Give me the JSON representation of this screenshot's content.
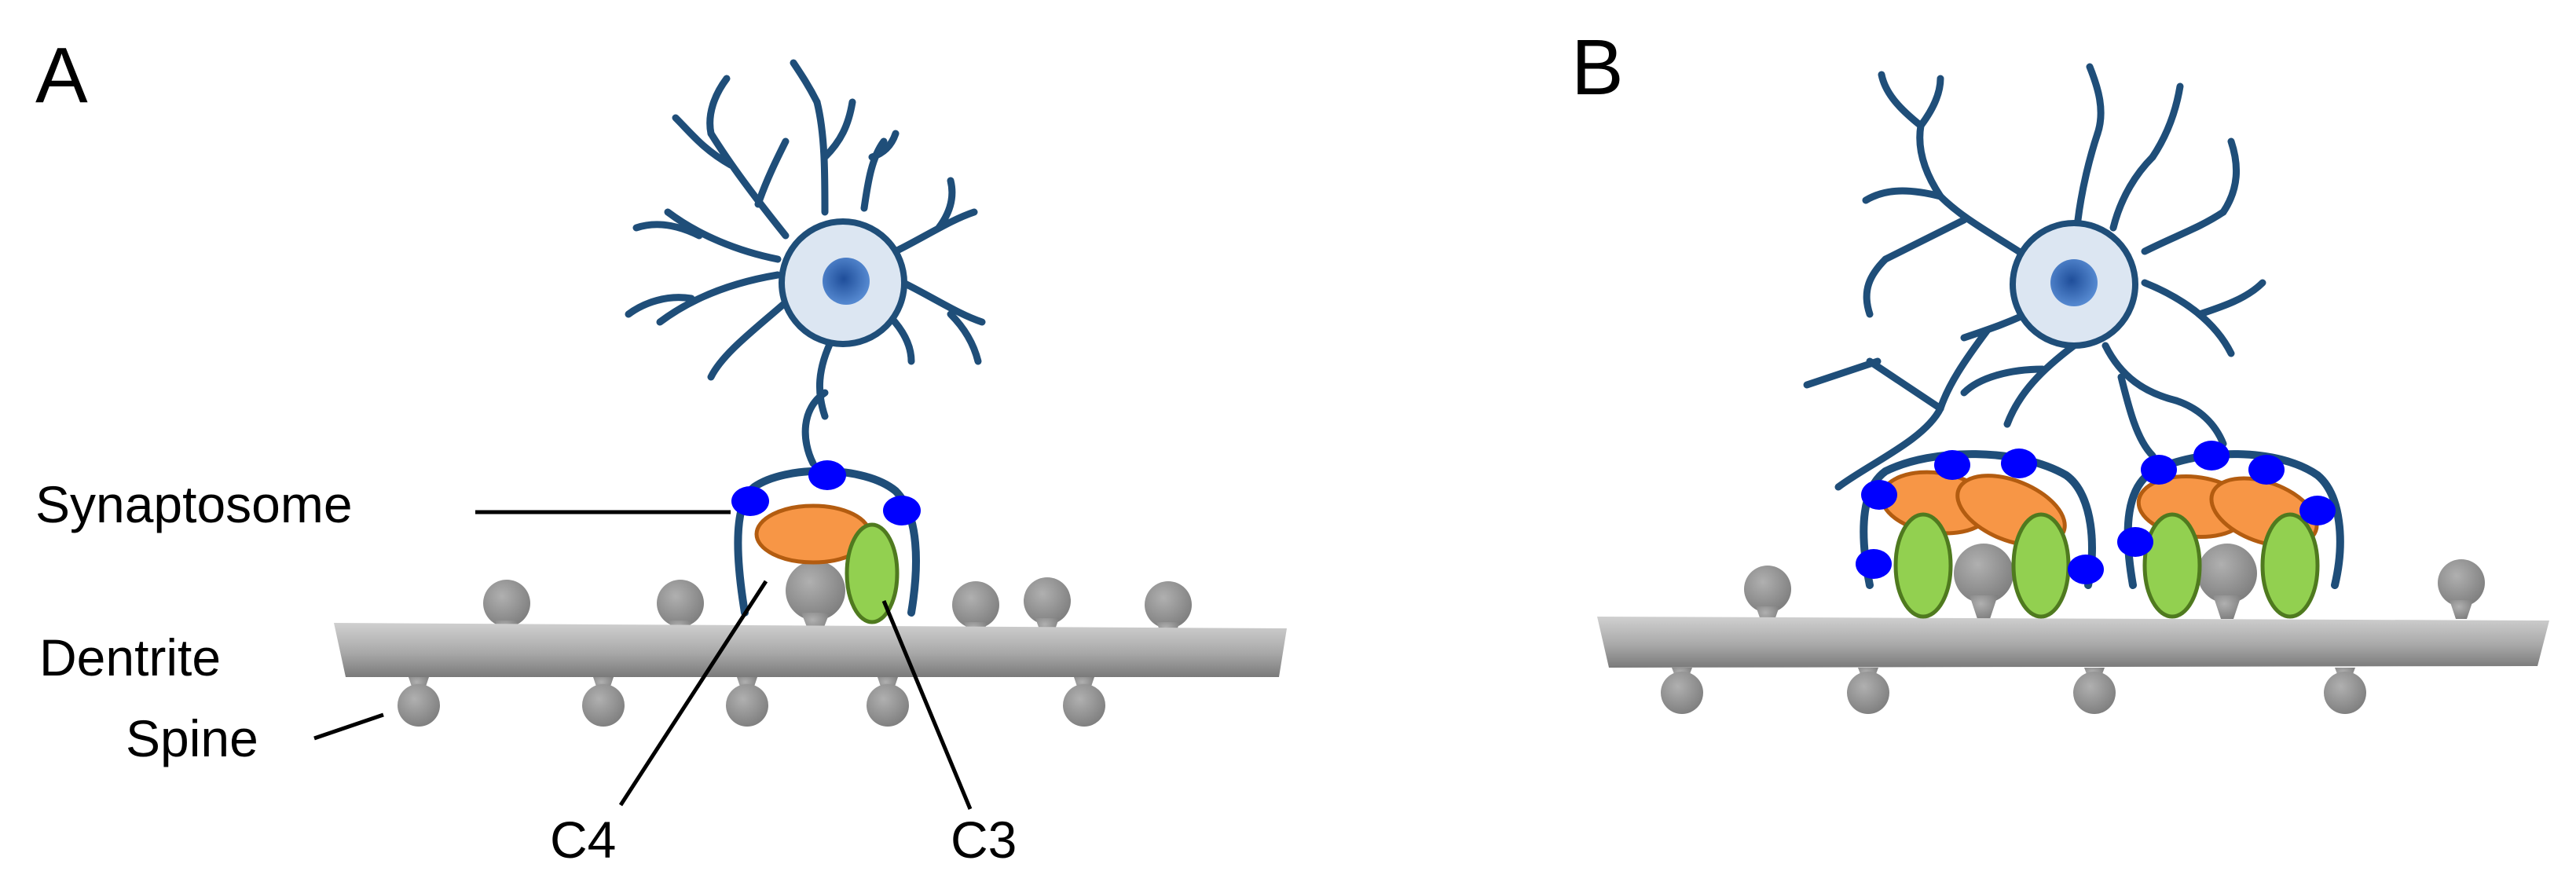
{
  "panels": [
    {
      "letter": "A"
    },
    {
      "letter": "B"
    }
  ],
  "labels": {
    "synaptosome": "Synaptosome",
    "dendrite": "Dentrite",
    "spine": "Spine",
    "c4": "C4",
    "c3": "C3"
  },
  "colors": {
    "microglia": "#1f4e79",
    "soma_fill": "#dce6f2",
    "nucleus": "#2e6fbf",
    "receptor": "#0000ff",
    "c4": "#f79646",
    "c3": "#92d050",
    "dendrite": "#a6a6a6",
    "spine": "#8c8c8c"
  }
}
